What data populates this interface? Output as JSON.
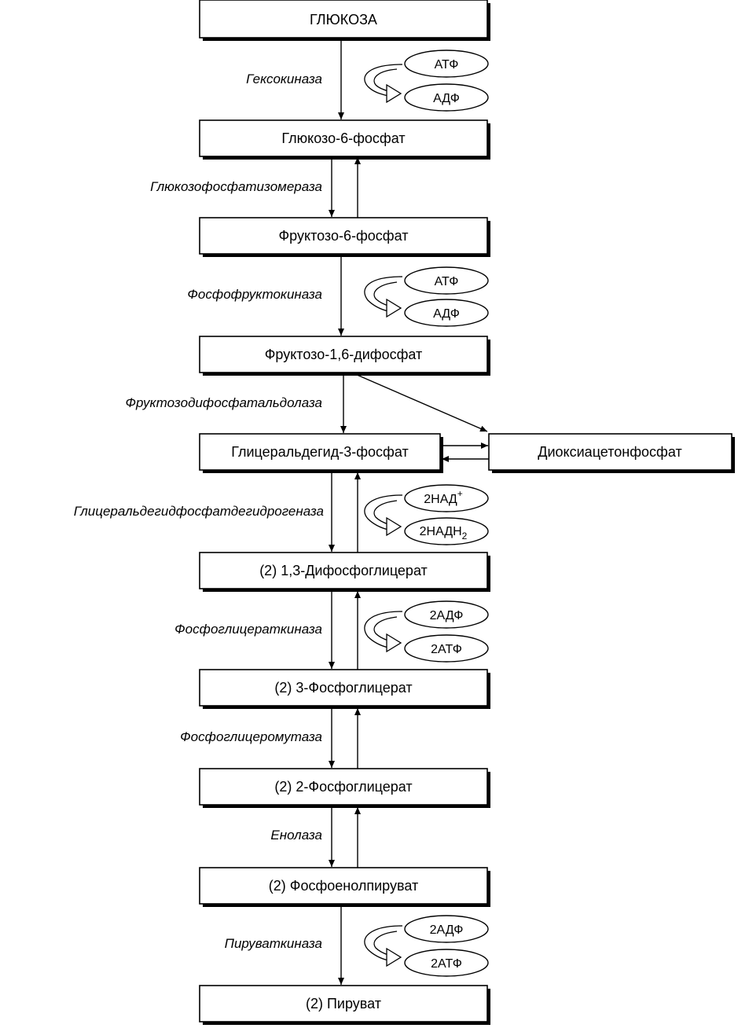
{
  "colors": {
    "ink": "#000000",
    "paper": "#ffffff"
  },
  "nodes": {
    "glucose": "ГЛЮКОЗА",
    "g6p": "Глюкозо-6-фосфат",
    "f6p": "Фруктозо-6-фосфат",
    "f16bp": "Фруктозо-1,6-дифосфат",
    "gap": "Глицеральдегид-3-фосфат",
    "dhap": "Диоксиацетонфосфат",
    "bpg13": "(2) 1,3-Дифосфоглицерат",
    "pg3": "(2) 3-Фосфоглицерат",
    "pg2": "(2) 2-Фосфоглицерат",
    "pep": "(2) Фосфоенолпируват",
    "pyruvate": "(2) Пируват"
  },
  "enzymes": {
    "hexokinase": "Гексокиназа",
    "gpi": "Глюкозофосфатизомераза",
    "pfk": "Фосфофруктокиназа",
    "aldolase": "Фруктозодифосфатальдолаза",
    "gapdh": "Глицеральдегидфосфатдегидрогеназа",
    "pgk": "Фосфоглицераткиназа",
    "pgm": "Фосфоглицеромутаза",
    "enolase": "Енолаза",
    "pk": "Пируваткиназа"
  },
  "cofactors": {
    "hexokinase": {
      "in": "АТФ",
      "out": "АДФ"
    },
    "pfk": {
      "in": "АТФ",
      "out": "АДФ"
    },
    "gapdh": {
      "in": "2НАД",
      "in_sup": "+",
      "out": "2НАДН",
      "out_sub": "2"
    },
    "pgk": {
      "in": "2АДФ",
      "out": "2АТФ"
    },
    "pk": {
      "in": "2АДФ",
      "out": "2АТФ"
    }
  }
}
